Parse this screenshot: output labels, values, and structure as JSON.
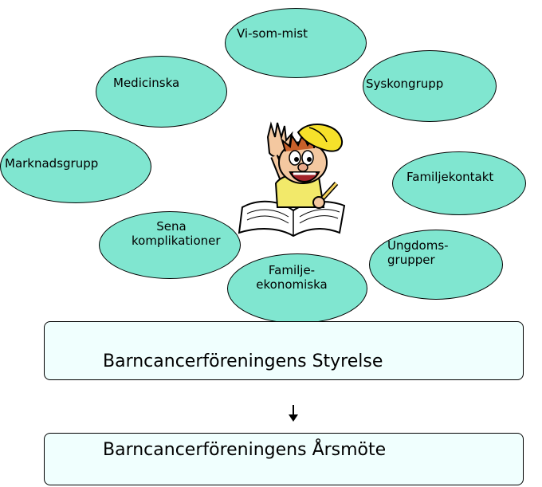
{
  "colors": {
    "ellipse_fill": "#80e6d0",
    "box_fill": "#f0fffe",
    "outline": "#000000"
  },
  "groups": [
    {
      "label": "Vi-som-mist"
    },
    {
      "label": "Medicinska"
    },
    {
      "label": "Syskongrupp"
    },
    {
      "label": "Marknadsgrupp"
    },
    {
      "label": "Familjekontakt"
    },
    {
      "label": "Sena\nkomplikationer"
    },
    {
      "label": "Ungdoms-\ngrupper"
    },
    {
      "label": "Familje-\nekonomiska"
    }
  ],
  "boxes": {
    "board": "Barncancerföreningens Styrelse",
    "annual_meeting": "Barncancerföreningens Årsmöte"
  },
  "clipart": {
    "icon": "waving-cartoon-boy-with-cap-and-book"
  }
}
